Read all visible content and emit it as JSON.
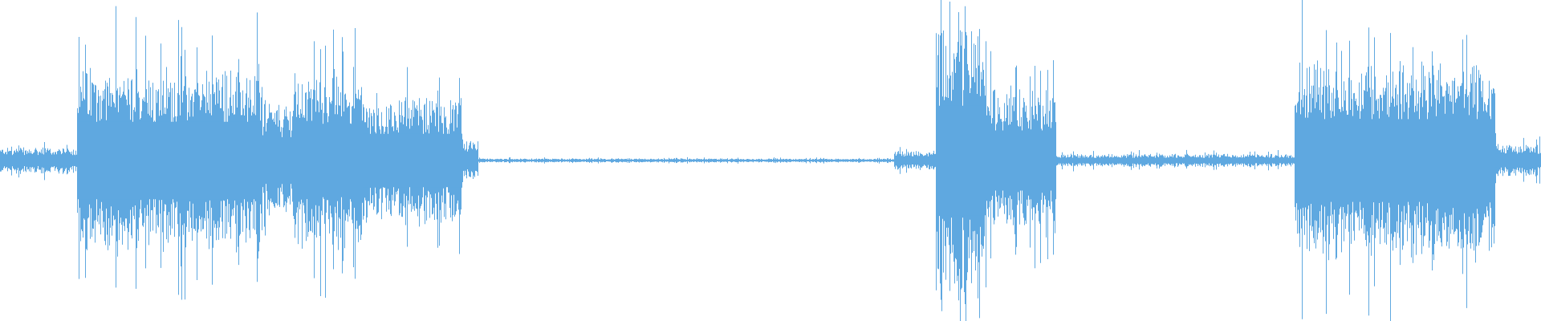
{
  "waveform": {
    "color": "#5fa8e0",
    "background": "#ffffff",
    "segments": [
      {
        "start": 0.0,
        "end": 0.05,
        "level": 0.08
      },
      {
        "start": 0.05,
        "end": 0.17,
        "level": 0.58
      },
      {
        "start": 0.17,
        "end": 0.19,
        "level": 0.35
      },
      {
        "start": 0.19,
        "end": 0.235,
        "level": 0.55
      },
      {
        "start": 0.235,
        "end": 0.3,
        "level": 0.4
      },
      {
        "start": 0.3,
        "end": 0.31,
        "level": 0.12
      },
      {
        "start": 0.31,
        "end": 0.58,
        "level": 0.012
      },
      {
        "start": 0.58,
        "end": 0.607,
        "level": 0.06
      },
      {
        "start": 0.607,
        "end": 0.64,
        "level": 0.82
      },
      {
        "start": 0.64,
        "end": 0.685,
        "level": 0.45
      },
      {
        "start": 0.685,
        "end": 0.84,
        "level": 0.04
      },
      {
        "start": 0.84,
        "end": 0.97,
        "level": 0.62
      },
      {
        "start": 0.97,
        "end": 1.0,
        "level": 0.1
      }
    ]
  }
}
